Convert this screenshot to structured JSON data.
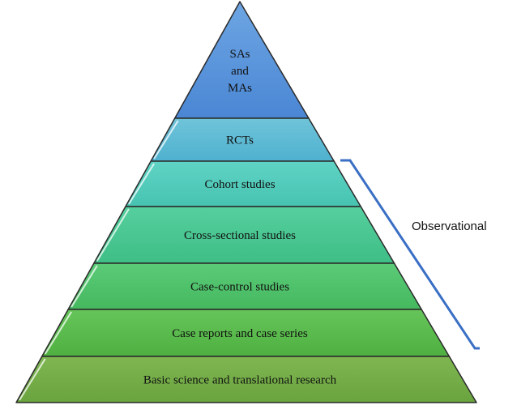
{
  "diagram": {
    "tiers": [
      {
        "id": "sas-mas",
        "label_lines": [
          "SAs",
          "and",
          "MAs"
        ],
        "color_top": "#6ea6e3",
        "color_bottom": "#4a86d4"
      },
      {
        "id": "rcts",
        "label_lines": [
          "RCTs"
        ],
        "color_top": "#6fc4d9",
        "color_bottom": "#4fb1cf"
      },
      {
        "id": "cohort",
        "label_lines": [
          "Cohort studies"
        ],
        "color_top": "#5fd3c5",
        "color_bottom": "#47c3b1"
      },
      {
        "id": "cross-sectional",
        "label_lines": [
          "Cross-sectional studies"
        ],
        "color_top": "#55cf9e",
        "color_bottom": "#3fbe86"
      },
      {
        "id": "case-control",
        "label_lines": [
          "Case-control studies"
        ],
        "color_top": "#5ccb78",
        "color_bottom": "#45b85f"
      },
      {
        "id": "case-reports",
        "label_lines": [
          "Case reports and case series"
        ],
        "color_top": "#66c55a",
        "color_bottom": "#4fb041"
      },
      {
        "id": "basic-science",
        "label_lines": [
          "Basic science and translational research"
        ],
        "color_top": "#7fb652",
        "color_bottom": "#6aa43e"
      }
    ],
    "bracket": {
      "label": "Observational",
      "color": "#3a6fc4"
    },
    "outline_color": "#2a2a2a"
  }
}
